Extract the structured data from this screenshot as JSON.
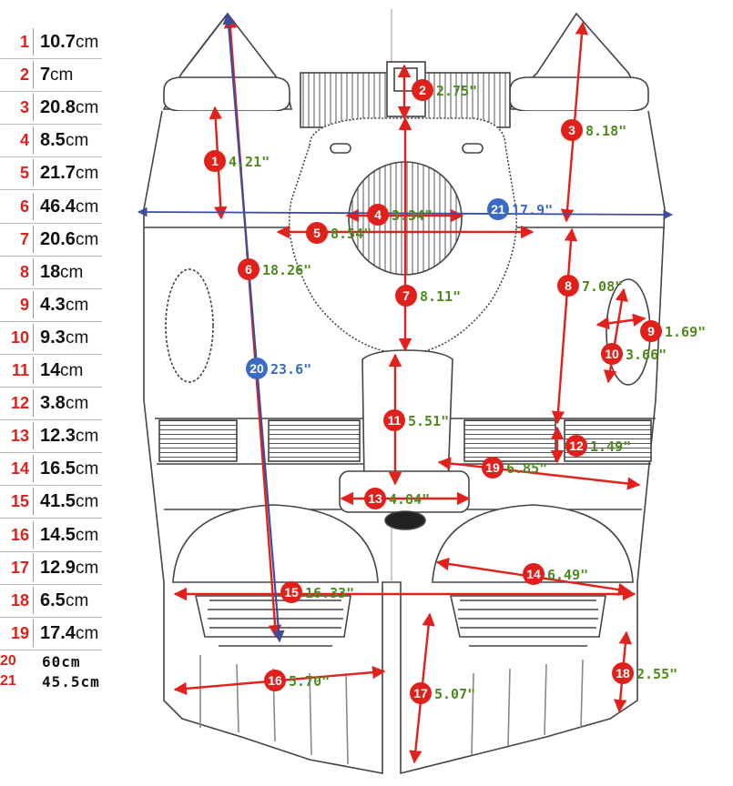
{
  "legend": [
    {
      "n": "1",
      "v": "10.7",
      "u": "cm"
    },
    {
      "n": "2",
      "v": "7",
      "u": "cm"
    },
    {
      "n": "3",
      "v": "20.8",
      "u": "cm"
    },
    {
      "n": "4",
      "v": "8.5",
      "u": "cm"
    },
    {
      "n": "5",
      "v": "21.7",
      "u": "cm"
    },
    {
      "n": "6",
      "v": "46.4",
      "u": "cm"
    },
    {
      "n": "7",
      "v": "20.6",
      "u": "cm"
    },
    {
      "n": "8",
      "v": "18",
      "u": "cm"
    },
    {
      "n": "9",
      "v": "4.3",
      "u": "cm"
    },
    {
      "n": "10",
      "v": "9.3",
      "u": "cm"
    },
    {
      "n": "11",
      "v": "14",
      "u": "cm"
    },
    {
      "n": "12",
      "v": "3.8",
      "u": "cm"
    },
    {
      "n": "13",
      "v": "12.3",
      "u": "cm"
    },
    {
      "n": "14",
      "v": "16.5",
      "u": "cm"
    },
    {
      "n": "15",
      "v": "41.5",
      "u": "cm"
    },
    {
      "n": "16",
      "v": "14.5",
      "u": "cm"
    },
    {
      "n": "17",
      "v": "12.9",
      "u": "cm"
    },
    {
      "n": "18",
      "v": "6.5",
      "u": "cm"
    },
    {
      "n": "19",
      "v": "17.4",
      "u": "cm"
    }
  ],
  "legend_extra": [
    {
      "n": "20",
      "v": "60cm"
    },
    {
      "n": "21",
      "v": "45.5cm"
    }
  ],
  "measurements": [
    {
      "n": "1",
      "text": "4.21\"",
      "badge": "red"
    },
    {
      "n": "2",
      "text": "2.75\"",
      "badge": "red"
    },
    {
      "n": "3",
      "text": "8.18\"",
      "badge": "red"
    },
    {
      "n": "4",
      "text": "3.34\"",
      "badge": "red"
    },
    {
      "n": "5",
      "text": "8.54\"",
      "badge": "red"
    },
    {
      "n": "6",
      "text": "18.26\"",
      "badge": "red"
    },
    {
      "n": "7",
      "text": "8.11\"",
      "badge": "red"
    },
    {
      "n": "8",
      "text": "7.08\"",
      "badge": "red"
    },
    {
      "n": "9",
      "text": "1.69\"",
      "badge": "red"
    },
    {
      "n": "10",
      "text": "3.66\"",
      "badge": "red"
    },
    {
      "n": "11",
      "text": "5.51\"",
      "badge": "red"
    },
    {
      "n": "12",
      "text": "1.49\"",
      "badge": "red"
    },
    {
      "n": "13",
      "text": "4.84\"",
      "badge": "red"
    },
    {
      "n": "14",
      "text": "6.49\"",
      "badge": "red"
    },
    {
      "n": "15",
      "text": "16.33\"",
      "badge": "red"
    },
    {
      "n": "16",
      "text": "5.70\"",
      "badge": "red"
    },
    {
      "n": "17",
      "text": "5.07\"",
      "badge": "red"
    },
    {
      "n": "18",
      "text": "2.55\"",
      "badge": "red"
    },
    {
      "n": "19",
      "text": "6.85\"",
      "badge": "red"
    },
    {
      "n": "20",
      "text": "23.6\"",
      "badge": "blue"
    },
    {
      "n": "21",
      "text": "17.9\"",
      "badge": "blue"
    }
  ],
  "colors": {
    "red": "#e0201b",
    "blue": "#3a6bc4",
    "green": "#4d8a1e",
    "line": "#444444",
    "arrow_red": "#e3211c",
    "arrow_blue": "#3b4d9c"
  }
}
